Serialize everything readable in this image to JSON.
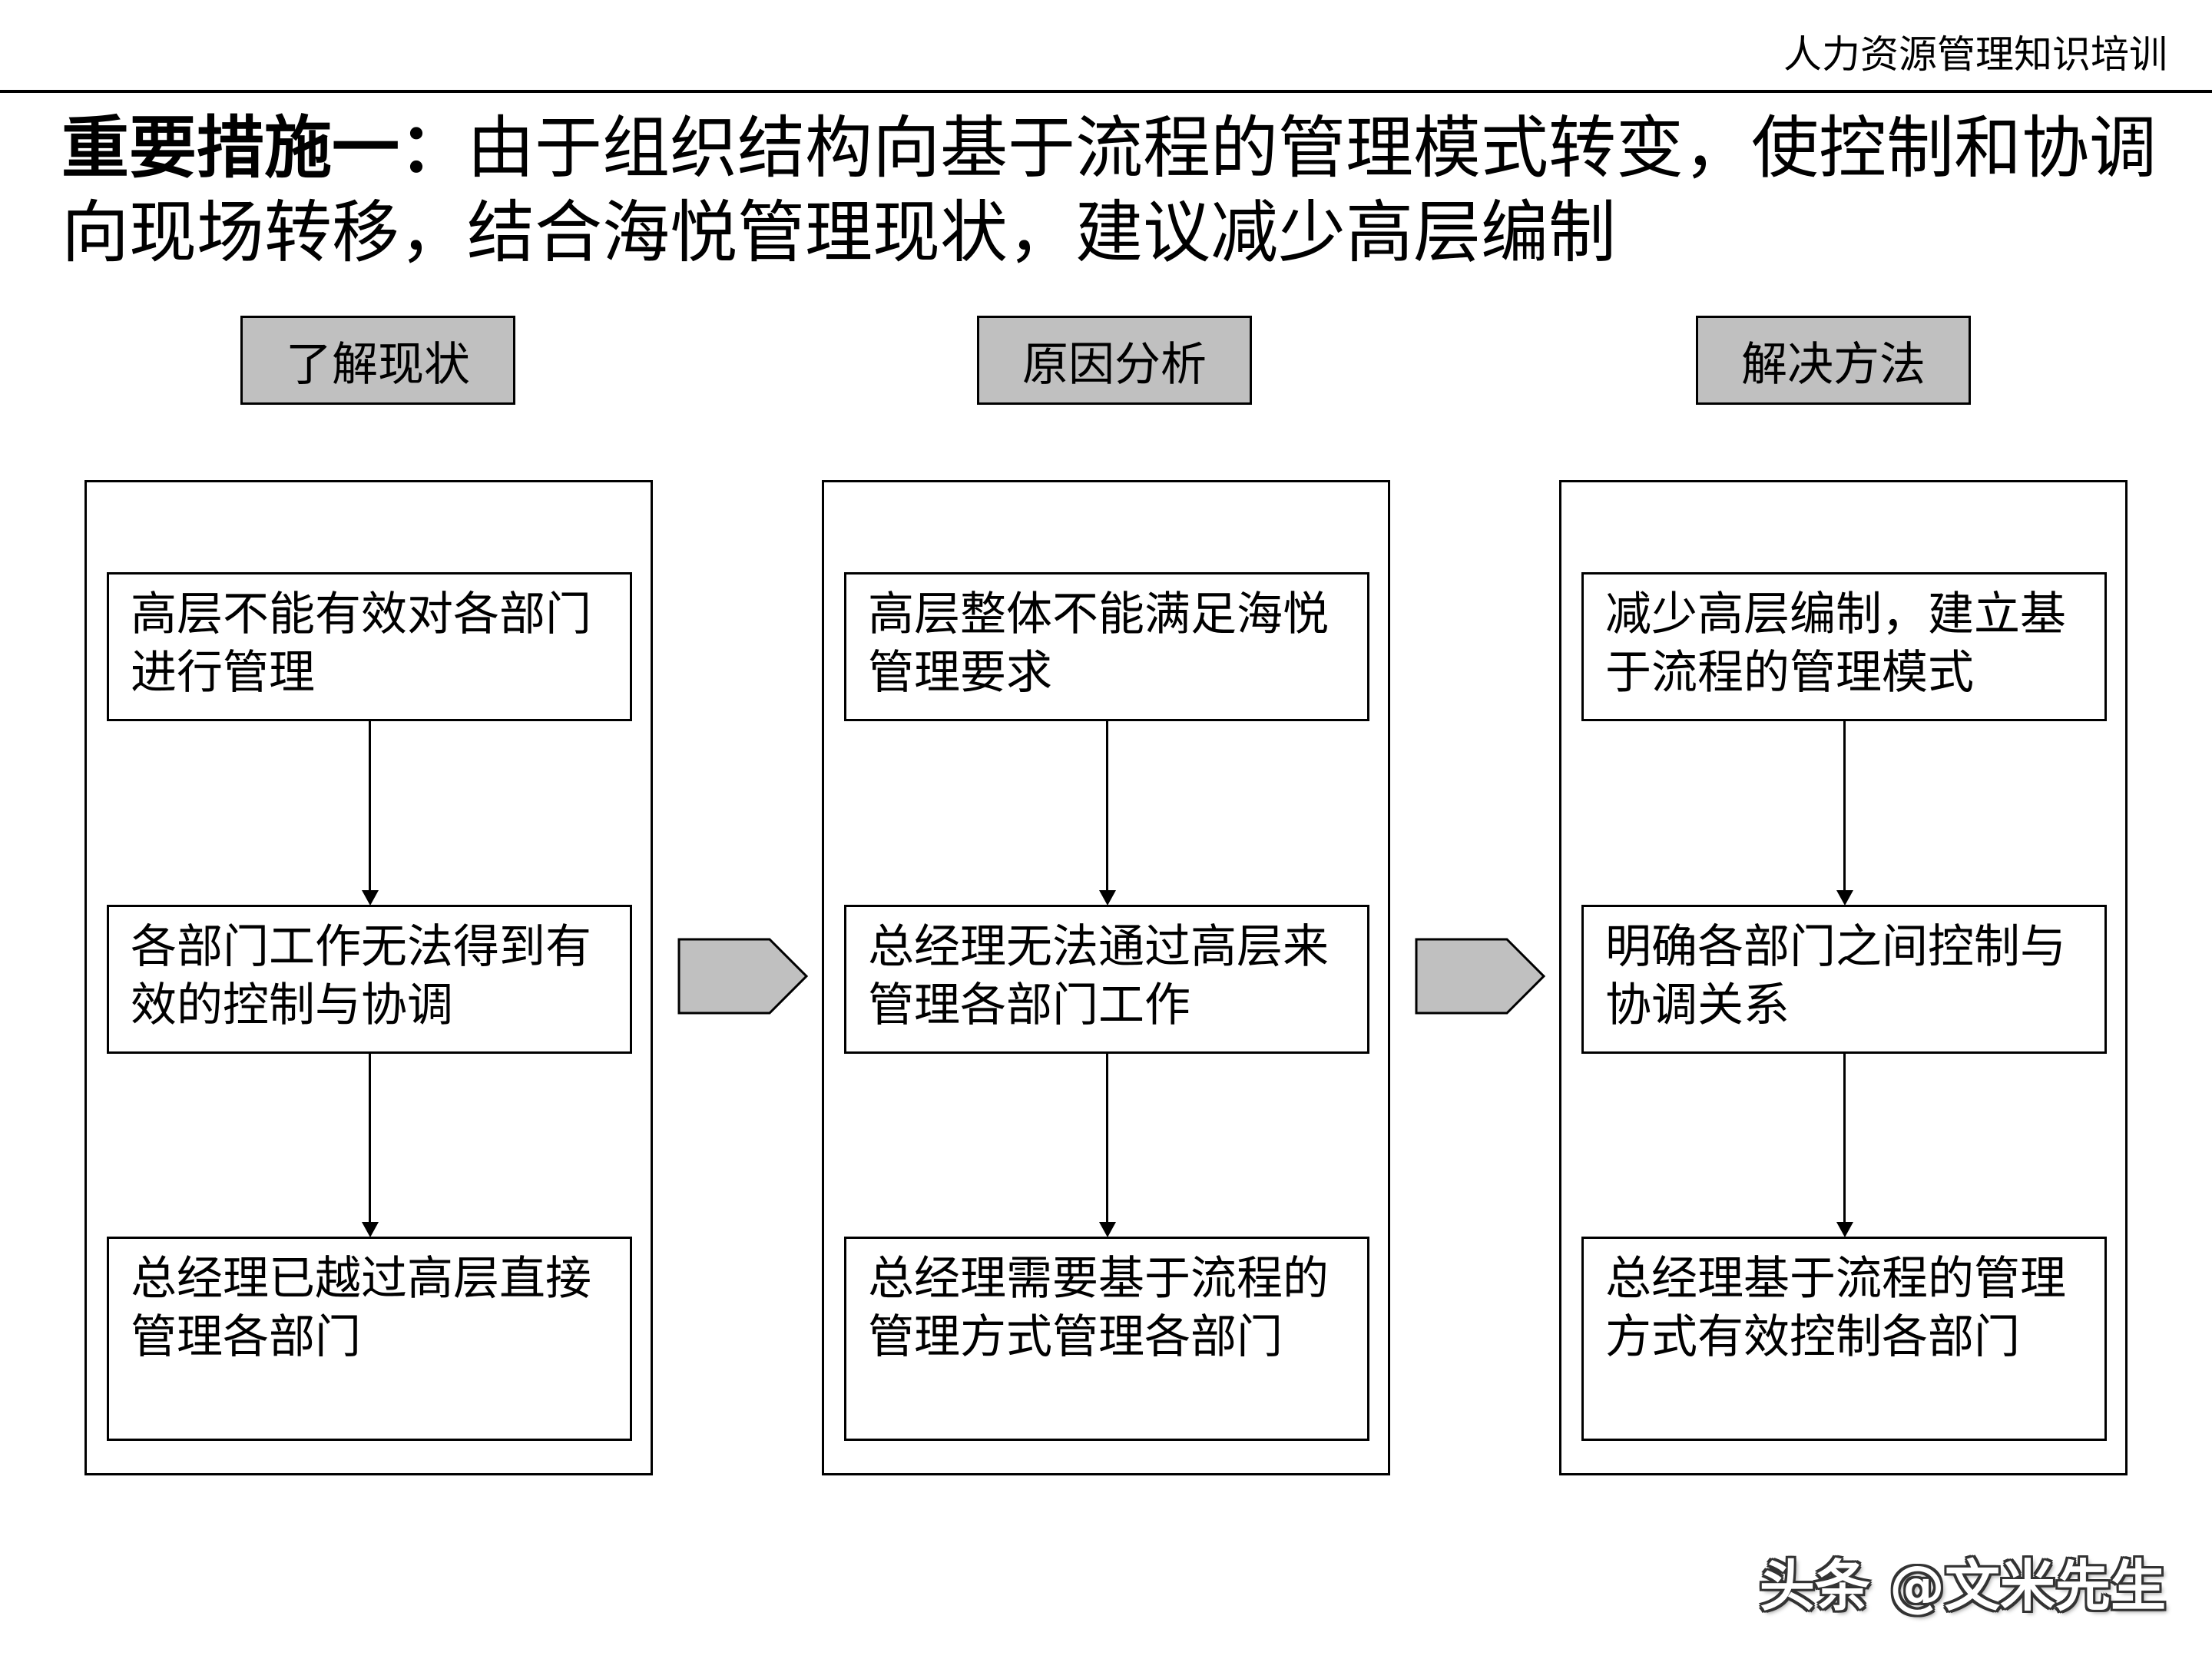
{
  "header": {
    "text": "人力资源管理知识培训"
  },
  "title": {
    "bold_part": "重要措施一：",
    "text_part": "由于组织结构向基于流程的管理模式转变，使控制和协调向现场转移，结合海悦管理现状，建议减少高层编制"
  },
  "steps": [
    {
      "label": "了解现状",
      "boxes": [
        "高层不能有效对各部门进行管理",
        "各部门工作无法得到有效的控制与协调",
        "总经理已越过高层直接管理各部门"
      ]
    },
    {
      "label": "原因分析",
      "boxes": [
        "高层整体不能满足海悦管理要求",
        "总经理无法通过高层来管理各部门工作",
        "总经理需要基于流程的管理方式管理各部门"
      ]
    },
    {
      "label": "解决方法",
      "boxes": [
        "减少高层编制，建立基于流程的管理模式",
        "明确各部门之间控制与协调关系",
        "总经理基于流程的管理方式有效控制各部门"
      ]
    }
  ],
  "colors": {
    "label_fill": "#c0c0c0",
    "chevron_fill": "#c0c0c0",
    "border": "#000000"
  },
  "watermark": {
    "text": "头条 @文米先生"
  }
}
